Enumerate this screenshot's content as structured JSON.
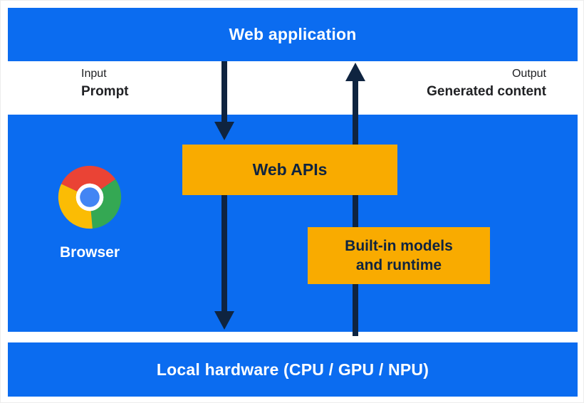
{
  "colors": {
    "primary_blue": "#0b6cf0",
    "accent_yellow": "#f9ab00",
    "arrow_dark": "#0f2440",
    "text_on_blue": "#ffffff",
    "text_dark": "#202124",
    "chrome_red": "#ea4335",
    "chrome_yellow": "#fbbc04",
    "chrome_green": "#34a853",
    "chrome_blue": "#4285f4"
  },
  "top_bar": {
    "label": "Web application"
  },
  "flow": {
    "input_caption": "Input",
    "input_label": "Prompt",
    "output_caption": "Output",
    "output_label": "Generated content"
  },
  "browser_panel": {
    "icon": "chrome-logo-icon",
    "browser_label": "Browser",
    "web_apis_label": "Web APIs",
    "builtin_models_line1": "Built-in models",
    "builtin_models_line2": "and runtime"
  },
  "bottom_bar": {
    "label": "Local hardware (CPU / GPU / NPU)"
  }
}
